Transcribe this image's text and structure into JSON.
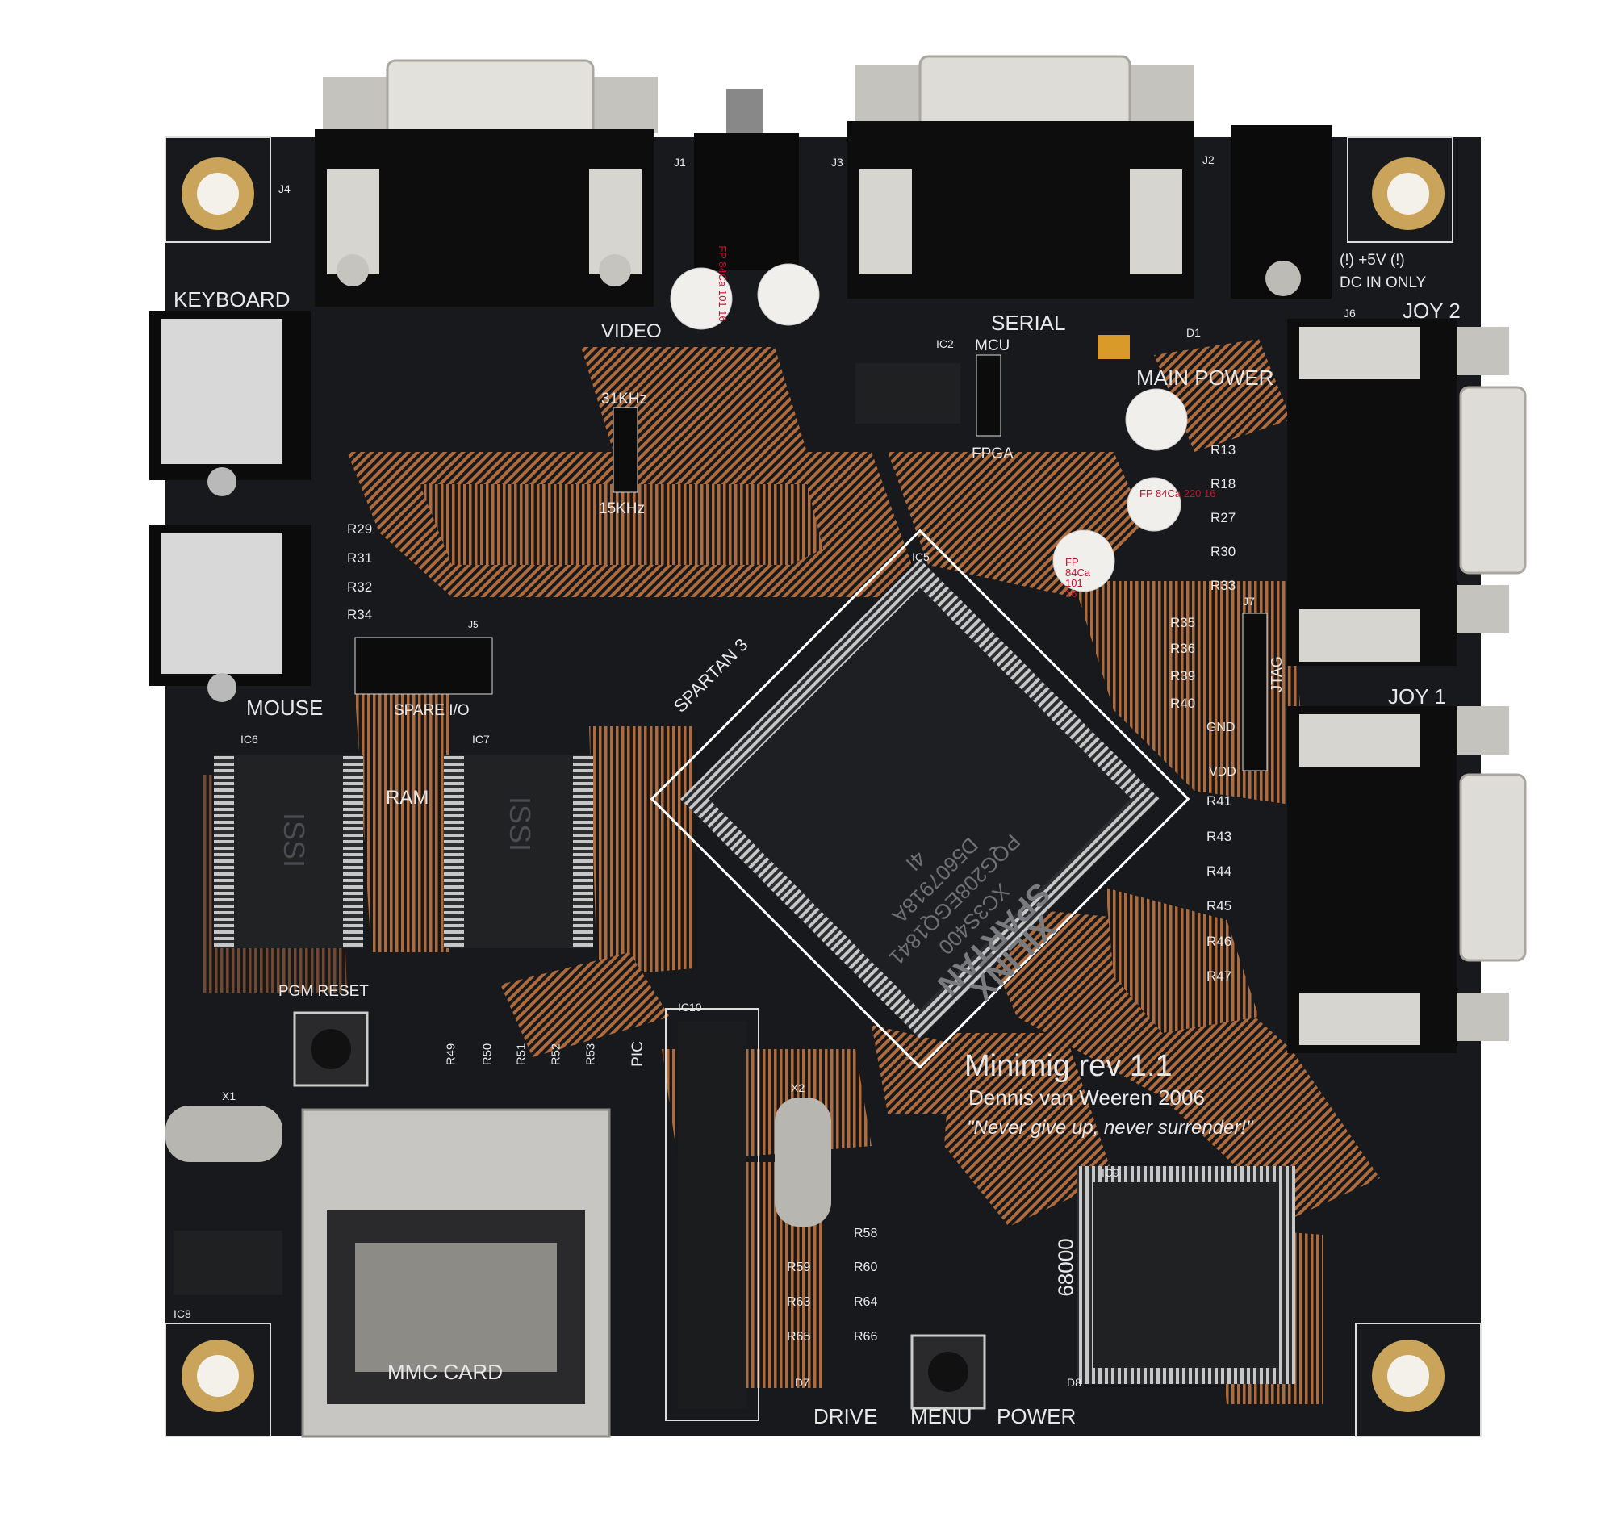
{
  "board": {
    "title": "Minimig rev 1.1",
    "author": "Dennis van Weeren 2006",
    "motto": "\"Never give up, never surrender!\""
  },
  "connectors": {
    "j4": "J4",
    "j1": "J1",
    "j3": "J3",
    "j2": "J2",
    "j6": "J6",
    "j7": "J7",
    "j5": "J5",
    "keyboard": "KEYBOARD",
    "mouse": "MOUSE",
    "video": "VIDEO",
    "serial": "SERIAL",
    "joy2": "JOY 2",
    "joy1": "JOY 1",
    "spare_io": "SPARE I/O",
    "dc_warning_1": "(!) +5V (!)",
    "dc_warning_2": "DC IN ONLY"
  },
  "labels": {
    "main_power": "MAIN POWER",
    "mcu": "MCU",
    "fpga": "FPGA",
    "khz31": "31KHz",
    "khz15": "15KHz",
    "ram": "RAM",
    "spartan3": "SPARTAN 3",
    "pgm_reset": "PGM RESET",
    "pic": "PIC",
    "m68000": "68000",
    "mmc_card": "MMC CARD",
    "drive": "DRIVE",
    "menu": "MENU",
    "power": "POWER",
    "jtag": "JTAG",
    "gnd": "GND",
    "vdd": "VDD",
    "x1": "X1",
    "x2": "X2",
    "ic2": "IC2",
    "ic5": "IC5",
    "ic6": "IC6",
    "ic7": "IC7",
    "ic8": "IC8",
    "ic9": "IC9",
    "ic10": "IC10",
    "d1": "D1",
    "d7": "D7",
    "d8": "D8"
  },
  "chips": {
    "fpga_brand": "XILINX",
    "fpga_family": "SPARTAN",
    "fpga_part": "XC3S400",
    "fpga_lines": [
      "PQG208EGQ1841",
      "D5607918A",
      "4I"
    ],
    "ram_brand": "ISSI"
  },
  "capacitor_marking": [
    "FP",
    "84Ca",
    "101",
    "16"
  ],
  "capacitor_marking_220": [
    "FP",
    "84Ca",
    "220",
    "16"
  ],
  "resistor_labels_right": [
    "R13",
    "R18",
    "R27",
    "R30",
    "R33",
    "R35",
    "R36",
    "R39",
    "R40",
    "R41",
    "R43",
    "R44",
    "R45",
    "R46",
    "R47"
  ],
  "resistor_labels_keyboard": [
    "R29",
    "R31",
    "R32",
    "R34"
  ],
  "resistor_labels_bottom": [
    "R49",
    "R50",
    "R51",
    "R52",
    "R53"
  ],
  "resistor_labels_pic": [
    "R58",
    "R59",
    "R60",
    "R63",
    "R64",
    "R65",
    "R66"
  ],
  "colors": {
    "pcb": "#17191c",
    "copper": "#b8703f",
    "silkscreen": "#e8e8e8",
    "gold_pad": "#c9a45a"
  }
}
